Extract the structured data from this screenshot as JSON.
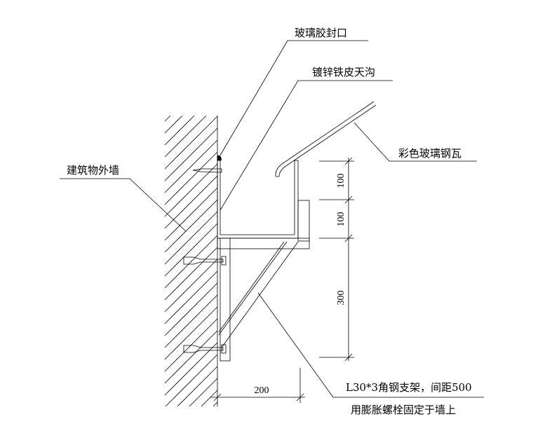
{
  "labels": {
    "sealant": "玻璃胶封口",
    "gutter": "镀锌铁皮天沟",
    "roof_tile": "彩色玻璃钢瓦",
    "wall": "建筑物外墙",
    "bracket_line1": "L30*3角钢支架，间距500",
    "bracket_line2": "用膨胀螺栓固定于墙上"
  },
  "dimensions": {
    "top": "100",
    "middle": "100",
    "bracket_height": "300",
    "bracket_width": "200"
  }
}
